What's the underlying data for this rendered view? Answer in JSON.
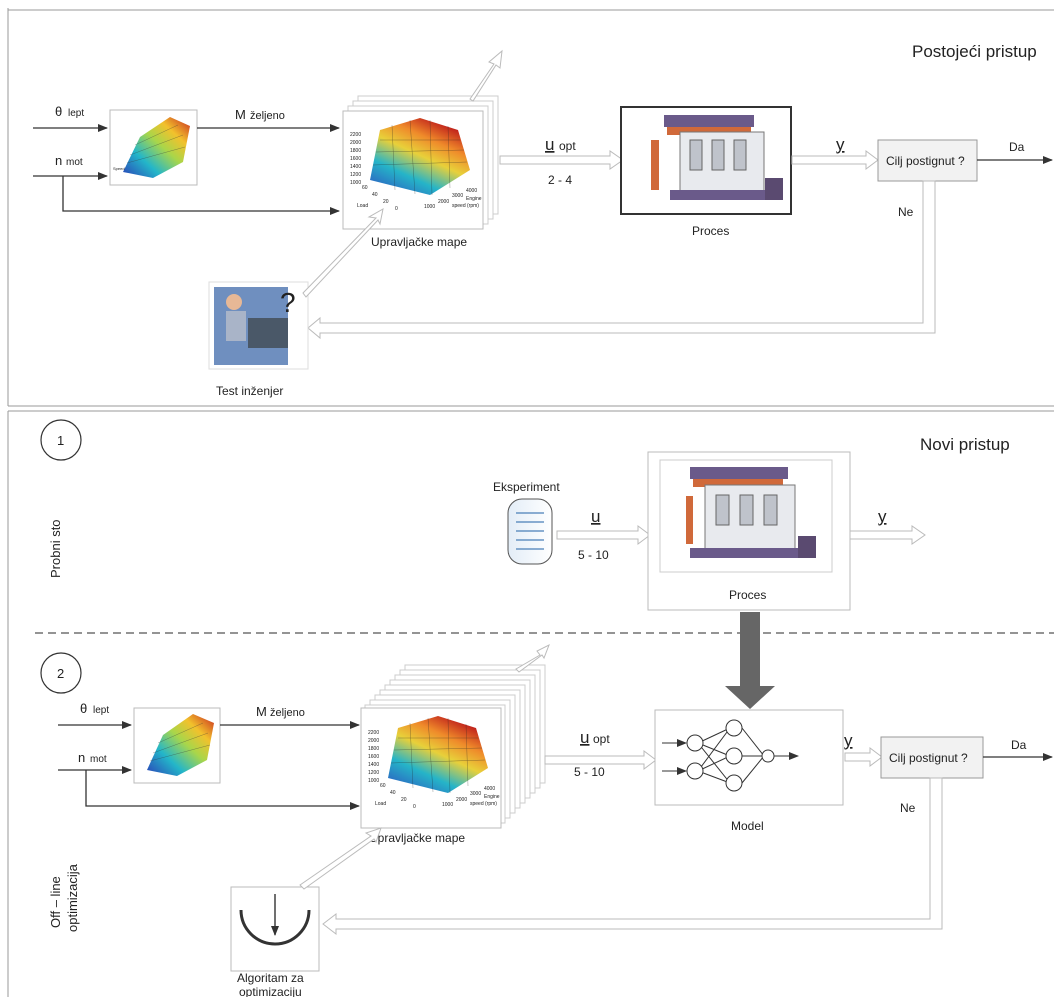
{
  "top": {
    "title": "Postojeći pristup",
    "inputs": {
      "theta": "θ",
      "theta_sub": "lept",
      "n": "n",
      "n_sub": "mot"
    },
    "m_label": "M",
    "m_sub": "željeno",
    "maps_label": "Upravljačke mape",
    "u_label": "u",
    "u_sub": "opt",
    "u_range": "2 - 4",
    "process_label": "Proces",
    "y_label": "y",
    "goal_box": "Cilj postignut ?",
    "yes": "Da",
    "no": "Ne",
    "engineer_label": "Test inženjer",
    "question_mark": "?"
  },
  "bottom": {
    "title": "Novi pristup",
    "step1": "1",
    "step2": "2",
    "side_label_1": "Probni sto",
    "side_label_2a": "Off – line",
    "side_label_2b": "optimizacija",
    "experiment_label": "Eksperiment",
    "u_label": "u",
    "u_range_1": "5 - 10",
    "process_label": "Proces",
    "y_label": "y",
    "inputs": {
      "theta": "θ",
      "theta_sub": "lept",
      "n": "n",
      "n_sub": "mot"
    },
    "m_label": "M",
    "m_sub": "željeno",
    "maps_label": "Upravljačke mape",
    "u_opt_label": "u",
    "u_opt_sub": "opt",
    "u_range_2": "5 - 10",
    "model_label": "Model",
    "y2_label": "y",
    "goal_box": "Cilj postignut ?",
    "yes": "Da",
    "no": "Ne",
    "algo_label_1": "Algoritam za",
    "algo_label_2": "optimizaciju"
  },
  "surface_plot": {
    "z_ticks": [
      "2200",
      "2000",
      "1800",
      "1600",
      "1400",
      "1200",
      "1000"
    ],
    "load_ticks": [
      "60",
      "40",
      "20",
      "0"
    ],
    "speed_ticks": [
      "1000",
      "2000",
      "3000",
      "4000"
    ],
    "load_axis": "Load",
    "speed_axis_1": "Engine",
    "speed_axis_2": "speed (rpm)"
  },
  "colors": {
    "frame": "#9a9a9a",
    "arrow": "#333333",
    "hollow_arrow": "#bbbbbb",
    "dashed": "#555555",
    "engine_orange": "#d0693a",
    "engine_purple": "#6a5a8a",
    "goal_fill": "#f2f2f2"
  }
}
